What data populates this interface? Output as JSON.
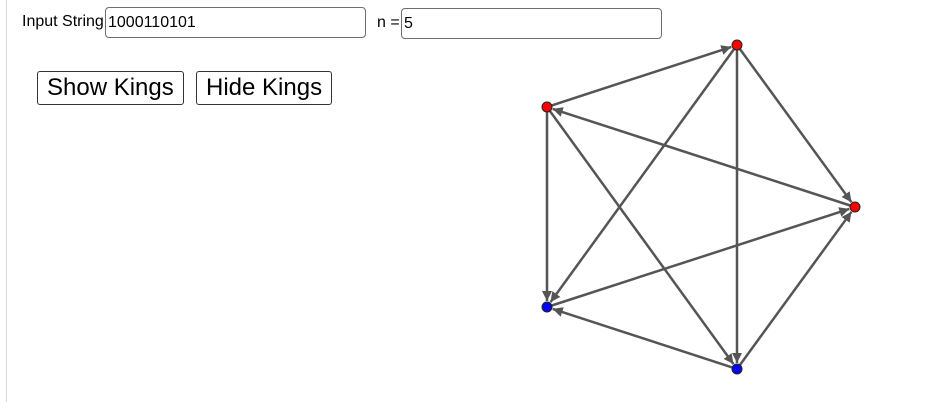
{
  "input_string": {
    "label": "Input String",
    "value": "1000110101"
  },
  "n_field": {
    "label": "n =",
    "value": "5"
  },
  "buttons": {
    "show_kings": "Show Kings",
    "hide_kings": "Hide Kings"
  },
  "graph": {
    "colors": {
      "king": "#ff0000",
      "non_king": "#0000ff",
      "edge": "#555555",
      "vertex_stroke": "#222222"
    },
    "vertices": [
      {
        "id": "v1",
        "color": "red"
      },
      {
        "id": "v2",
        "color": "red"
      },
      {
        "id": "v3",
        "color": "blue"
      },
      {
        "id": "v4",
        "color": "blue"
      },
      {
        "id": "v5",
        "color": "red"
      }
    ],
    "edges": [
      {
        "from": "v2",
        "to": "v1"
      },
      {
        "from": "v1",
        "to": "v5"
      },
      {
        "from": "v1",
        "to": "v3"
      },
      {
        "from": "v1",
        "to": "v4"
      },
      {
        "from": "v2",
        "to": "v3"
      },
      {
        "from": "v2",
        "to": "v4"
      },
      {
        "from": "v5",
        "to": "v2"
      },
      {
        "from": "v3",
        "to": "v5"
      },
      {
        "from": "v4",
        "to": "v3"
      },
      {
        "from": "v4",
        "to": "v5"
      }
    ]
  }
}
